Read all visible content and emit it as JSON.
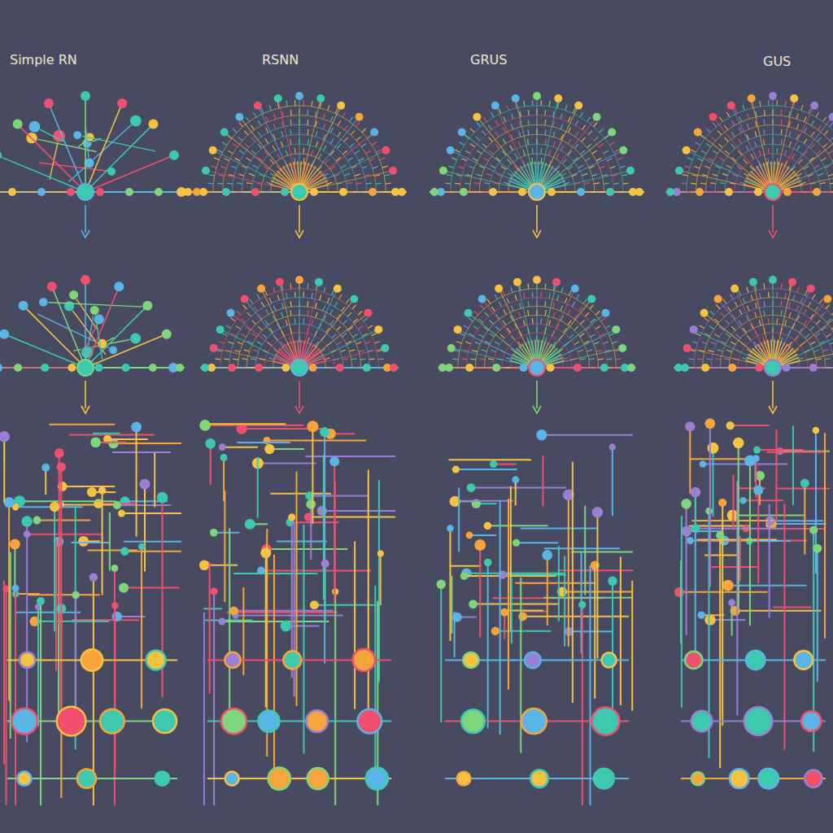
{
  "diagram": {
    "labels": [
      "Simple RN",
      "RSNN",
      "GRUS",
      "GUS"
    ]
  }
}
